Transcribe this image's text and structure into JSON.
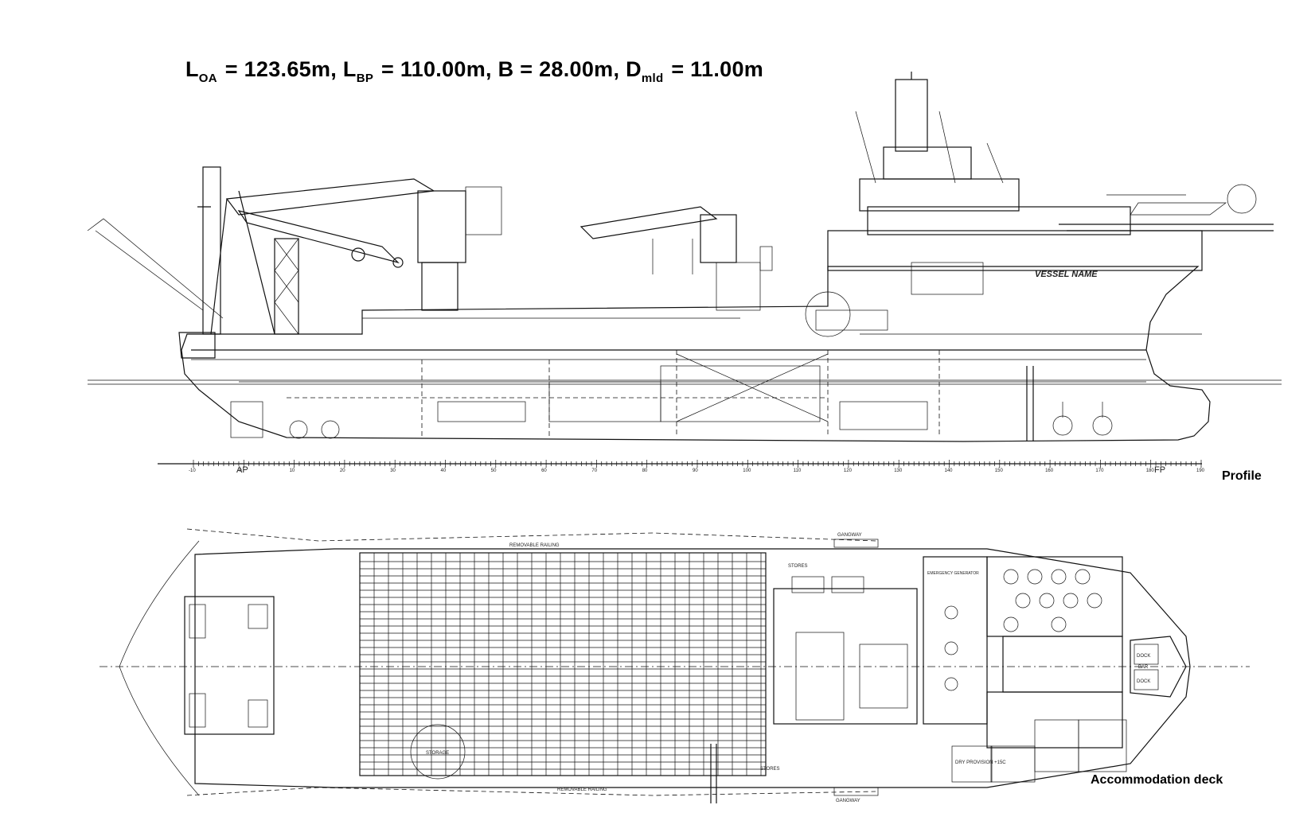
{
  "header": {
    "loa_symbol": "L",
    "loa_sub": "OA",
    "loa_value": "= 123.65m,",
    "lbp_symbol": "L",
    "lbp_sub": "BP",
    "lbp_value": "= 110.00m,",
    "beam": "B = 28.00m,",
    "depth_symbol": "D",
    "depth_sub": "mld",
    "depth_value": "= 11.00m"
  },
  "profile": {
    "caption": "Profile",
    "vessel_name": "VESSEL NAME",
    "ap_label": "AP",
    "fp_label": "FP",
    "frame_labels": [
      "-10",
      "0",
      "10",
      "20",
      "30",
      "40",
      "50",
      "60",
      "70",
      "80",
      "90",
      "100",
      "110",
      "120",
      "130",
      "140",
      "150",
      "160",
      "170",
      "180",
      "190"
    ]
  },
  "accommodation": {
    "caption": "Accommodation deck",
    "labels": {
      "removable_railing_top": "REMOVABLE RAILING",
      "removable_railing_bottom": "REMOVABLE RAILING",
      "storage": "STORAGE",
      "stores_top": "STORES",
      "stores_bottom": "STORES",
      "dry_provision": "DRY PROVISION +15C",
      "dock_a": "DOCK",
      "dock_b": "DOCK",
      "gangway_top": "GANGWAY",
      "gangway_bottom": "GANGWAY",
      "emergency_generator": "EMERGENCY GENERATOR",
      "bar_label": "BAR"
    }
  },
  "colors": {
    "ink": "#111111",
    "paper": "#ffffff"
  }
}
